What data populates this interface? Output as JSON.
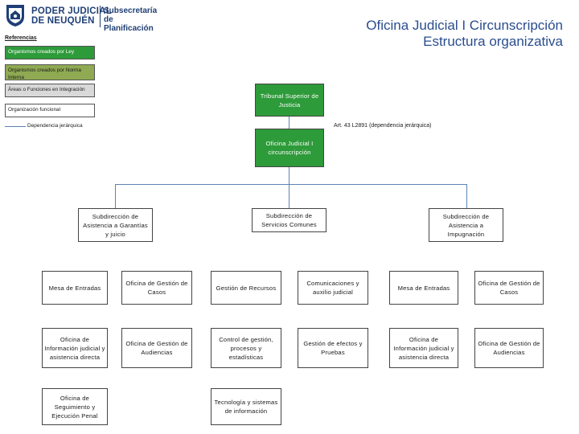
{
  "logo": {
    "org_line1": "PODER JUDICIAL",
    "org_line2": "DE NEUQUÉN",
    "sub_line1": "Subsecretaría",
    "sub_line2": "de Planificación"
  },
  "header": {
    "title": "Oficina Judicial I Circunscripción",
    "subtitle": "Estructura organizativa"
  },
  "legend": {
    "heading": "Referencias",
    "items": [
      {
        "label": "Organismos creados por Ley",
        "color": "#2e9b3a"
      },
      {
        "label": "Organismos creados por Norma Interna",
        "color": "#8faa52"
      },
      {
        "label": "Áreas o Funciones en Integración",
        "color": "#d9d9d9"
      },
      {
        "label": "Organización funcional",
        "color": "#ffffff"
      }
    ],
    "line_label": "Dependencia jerárquica"
  },
  "chart": {
    "top": "Tribunal Superior de Justicia",
    "relation_label": "Art. 43 L2891 (dependencia jerárquica)",
    "office": "Oficina Judicial I circunscripción",
    "subdirections": [
      "Subdirección de Asistencia a Garantías y juicio",
      "Subdirección de Servicios Comunes",
      "Subdirección de Asistencia a Impugnación"
    ],
    "units": {
      "col1": [
        "Mesa de Entradas",
        "Oficina de Información judicial y asistencia directa",
        "Oficina de Seguimiento y Ejecución Penal"
      ],
      "col2": [
        "Oficina de Gestión de Casos",
        "Oficina de Gestión de Audiencias"
      ],
      "col3": [
        "Gestión de Recursos",
        "Control de gestión, procesos y estadísticas",
        "Tecnología y sistemas de información"
      ],
      "col4": [
        "Comunicaciones y auxilio judicial",
        "Gestión de efectos y Pruebas"
      ],
      "col5": [
        "Mesa de Entradas",
        "Oficina de Información judicial y asistencia directa"
      ],
      "col6": [
        "Oficina de Gestión de Casos",
        "Oficina de Gestión de Audiencias"
      ]
    }
  }
}
